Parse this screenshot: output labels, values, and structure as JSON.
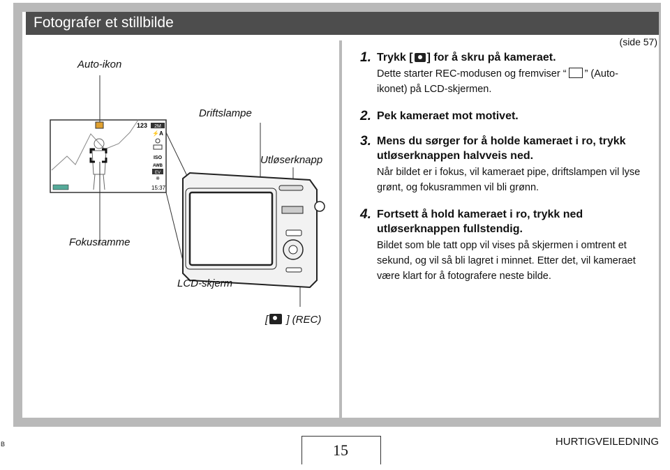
{
  "header": {
    "title": "Fotografer et stillbilde"
  },
  "page_ref": "(side 57)",
  "labels": {
    "auto_icon": "Auto-ikon",
    "driftslampe": "Driftslampe",
    "utloser": "Utløserknapp",
    "fokus": "Fokusramme",
    "lcd": "LCD-skjerm",
    "rec_post": " ] (REC)"
  },
  "lcd_display": {
    "shots_remaining": "123",
    "time": "15:37",
    "icons": [
      "2M",
      "⚡A",
      "ISO",
      "AWB",
      "EV"
    ]
  },
  "steps": [
    {
      "num": "1.",
      "head_pre": "Trykk [",
      "head_post": "] for å skru på kameraet.",
      "body_pre": "Dette starter REC-modusen og fremviser “",
      "body_post": "” (Auto-ikonet) på LCD-skjermen."
    },
    {
      "num": "2.",
      "head": "Pek kameraet mot motivet."
    },
    {
      "num": "3.",
      "head": "Mens du sørger for å holde kameraet i ro, trykk utløserknappen halvveis ned.",
      "body": "Når bildet er i fokus, vil kameraet pipe, driftslampen vil lyse grønt, og fokusrammen vil bli grønn."
    },
    {
      "num": "4.",
      "head": "Fortsett å hold kameraet i ro, trykk ned utløserknappen fullstendig.",
      "body": "Bildet som ble tatt opp vil vises på skjermen i omtrent et sekund, og vil så bli lagret i minnet. Etter det, vil kameraet være klart for å fotografere neste bilde."
    }
  ],
  "footer": {
    "left": "B",
    "page": "15",
    "right": "HURTIGVEILEDNING"
  }
}
